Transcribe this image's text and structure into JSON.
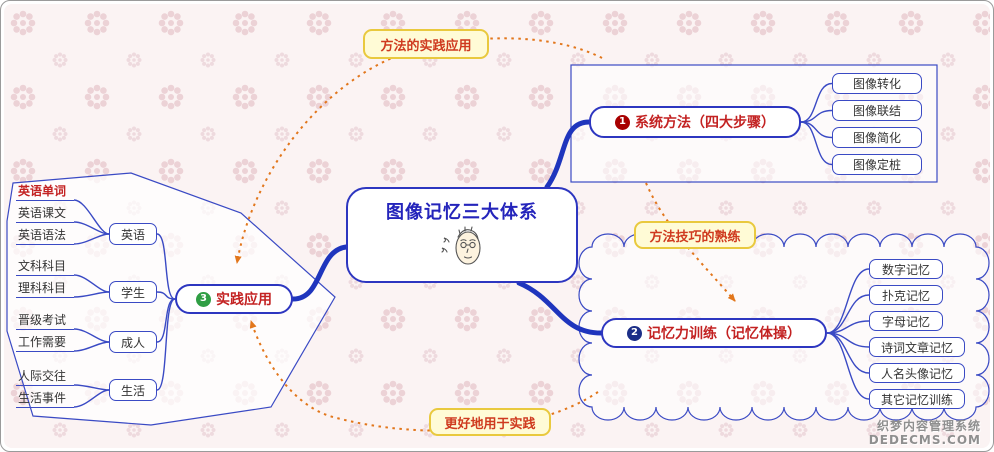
{
  "central": {
    "title": "图像记忆三大体系",
    "icon": "face-icon"
  },
  "branches": {
    "method": {
      "number": "1",
      "label": "系统方法（四大步骤）",
      "badge_color": "#a80000",
      "items": [
        "图像转化",
        "图像联结",
        "图像简化",
        "图像定桩"
      ]
    },
    "training": {
      "number": "2",
      "label": "记忆力训练（记忆体操）",
      "badge_color": "#1c2f88",
      "items": [
        "数字记忆",
        "扑克记忆",
        "字母记忆",
        "诗词文章记忆",
        "人名头像记忆",
        "其它记忆训练"
      ]
    },
    "practice": {
      "number": "3",
      "label": "实践应用",
      "badge_color": "#2f9e44",
      "groups": [
        {
          "label": "英语",
          "leaves": [
            "英语单词",
            "英语课文",
            "英语语法"
          ]
        },
        {
          "label": "学生",
          "leaves": [
            "文科科目",
            "理科科目"
          ]
        },
        {
          "label": "成人",
          "leaves": [
            "晋级考试",
            "工作需要"
          ]
        },
        {
          "label": "生活",
          "leaves": [
            "人际交往",
            "生活事件"
          ]
        }
      ]
    }
  },
  "callouts": {
    "top": "方法的实践应用",
    "right": "方法技巧的熟练",
    "bottom": "更好地用于实践"
  },
  "watermark": {
    "line1": "织梦内容管理系统",
    "line2": "DEDECMS.COM"
  },
  "colors": {
    "branch_line": "#1f35bd",
    "node_border": "#2d36c0",
    "node_text_red": "#c32222",
    "cycle_arrow_orange": "#e2761b",
    "callout_bg": "#fffbd6",
    "callout_border": "#e9c93e",
    "background_base": "#fbf3f3",
    "pattern_pink": "#ecd2d6"
  }
}
